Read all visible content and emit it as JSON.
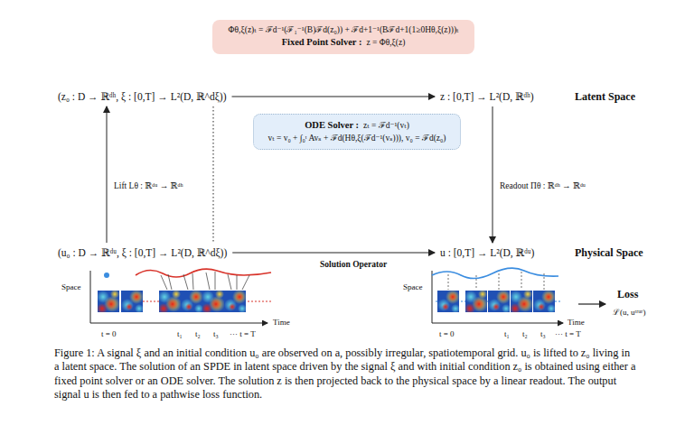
{
  "diagram": {
    "caption": "Figure 1: A signal ξ and an initial condition u₀ are observed on a, possibly irregular, spatiotemporal grid. u₀ is lifted to z₀ living in a latent space. The solution of an SPDE in latent space driven by the signal ξ and with initial condition z₀ is obtained using either a fixed point solver or an ODE solver. The solution z is then projected back to the physical space by a linear readout. The output signal u is then fed to a pathwise loss function.",
    "nodes": [
      {
        "text": [
          "Φθ,ξ(z)ₜ = ℱd⁻¹(ℱ₁⁻¹(B)ℱd(z₀)) + ℱd+1⁻¹(Bℱd+1(1≥0Hθ,ξ(z)))ₜ",
          "Fixed Point Solver :",
          "z = Φθ,ξ(z)"
        ]
      },
      {
        "text": [
          "(z₀ : D → ℝᵈʰ,  ξ : [0,T] → L²(D, ℝ^dξ))"
        ]
      },
      {
        "text": [
          "z : [0,T] → L²(D, ℝᵈʰ)"
        ]
      },
      {
        "text": [
          "ODE Solver :",
          "zₜ = ℱd⁻¹(vₜ)",
          "vₜ = v₀ + ∫₀ᵗ Avₛ + ℱd(Hθ,ξ(ℱd⁻¹(vₛ))),  v₀ = ℱd(z₀)"
        ]
      },
      {
        "text": [
          "(u₀ : D → ℝᵈᵘ,  ξ : [0,T] → L²(D, ℝ^dξ))"
        ]
      },
      {
        "text": [
          "u : [0,T] → L²(D, ℝᵈᵘ)"
        ]
      }
    ],
    "edges": [
      {
        "from": 1,
        "to": 2,
        "arrow": "to"
      },
      {
        "from": 4,
        "to": 1,
        "label": "Lift Lθ : ℝᵈᵘ → ℝᵈʰ",
        "arrow": "to"
      },
      {
        "from": 1,
        "to": 4,
        "arrow": "none"
      },
      {
        "from": 2,
        "to": 5,
        "label": "Readout Πθ : ℝᵈʰ → ℝᵈᵘ",
        "arrow": "to"
      },
      {
        "from": 4,
        "to": 5,
        "label": "Solution Operator",
        "arrow": "to"
      }
    ],
    "labels": [
      "Latent Space",
      "Physical Space",
      "Space",
      "Time",
      "t = 0",
      "t₁",
      "t₂",
      "t₃",
      "··· t = T",
      "Space",
      "Time",
      "t = 0",
      "t₁",
      "t₂",
      "t₃",
      "··· t = T",
      "Loss",
      "ℒ(u, uᵗʳᵘᵉ)"
    ]
  }
}
